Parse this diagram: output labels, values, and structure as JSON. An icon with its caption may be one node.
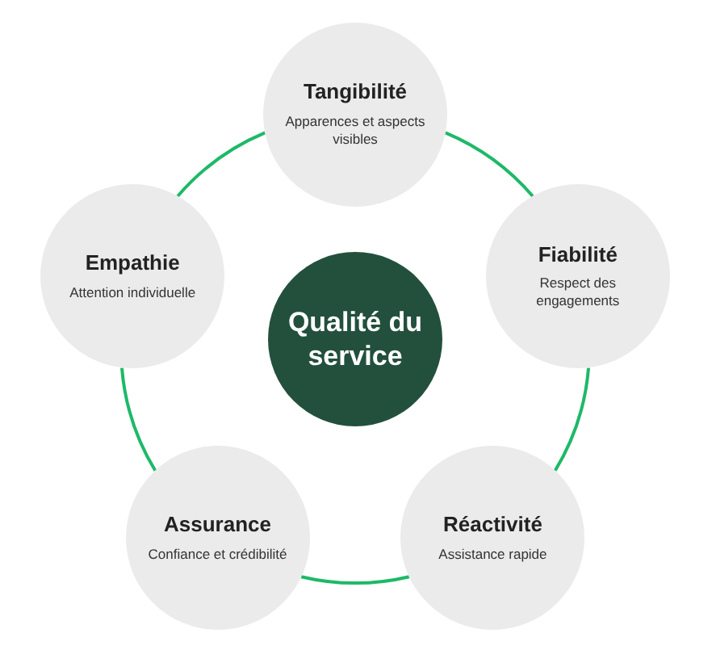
{
  "diagram": {
    "nodes": [
      {
        "text": [
          "Tangibilité",
          "Apparences et aspects visibles"
        ]
      },
      {
        "text": [
          "Empathie",
          "Attention individuelle"
        ]
      },
      {
        "text": [
          "Qualité du service"
        ]
      },
      {
        "text": [
          "Fiabilité",
          "Respect des engagements"
        ]
      },
      {
        "text": [
          "Assurance",
          "Confiance et crédibilité"
        ]
      },
      {
        "text": [
          "Réactivité",
          "Assistance rapide"
        ]
      }
    ],
    "edges": [
      {
        "from": 0,
        "to": 3,
        "arrow": "none"
      },
      {
        "from": 3,
        "to": 5,
        "arrow": "none"
      },
      {
        "from": 5,
        "to": 4,
        "arrow": "none"
      },
      {
        "from": 4,
        "to": 1,
        "arrow": "none"
      },
      {
        "from": 1,
        "to": 0,
        "arrow": "none"
      }
    ]
  }
}
